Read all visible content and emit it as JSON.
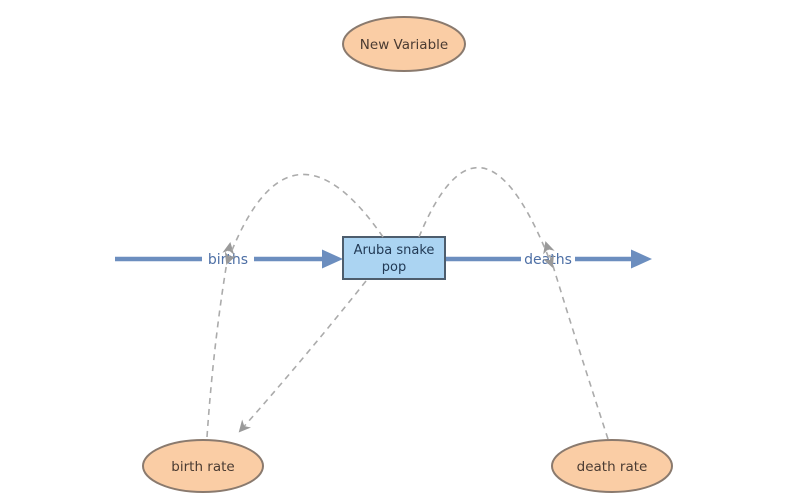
{
  "colors": {
    "background": "#ffffff",
    "flow": "#6c8ebf",
    "flow_label": "#4d6fa5",
    "link": "#ababab",
    "link_arrow": "#9a9a9a",
    "stock_fill": "#abd4f2",
    "stock_border": "#4d5d6d",
    "stock_text": "#223a55",
    "variable_fill": "#facda5",
    "variable_border": "#8a7a6e",
    "variable_text": "#4a3b32"
  },
  "nodes": {
    "new_variable": {
      "label": "New Variable"
    },
    "stock": {
      "label_lines": [
        "Aruba snake",
        "pop"
      ]
    },
    "birth_rate": {
      "label": "birth rate"
    },
    "death_rate": {
      "label": "death rate"
    }
  },
  "flows": {
    "births": {
      "label": "births",
      "direction": "into stock"
    },
    "deaths": {
      "label": "deaths",
      "direction": "out of stock"
    }
  },
  "links": [
    {
      "from": "birth rate",
      "to": "births"
    },
    {
      "from": "Aruba snake pop",
      "to": "births"
    },
    {
      "from": "Aruba snake pop",
      "to": "birth rate"
    },
    {
      "from": "death rate",
      "to": "deaths"
    },
    {
      "from": "Aruba snake pop",
      "to": "deaths"
    }
  ]
}
